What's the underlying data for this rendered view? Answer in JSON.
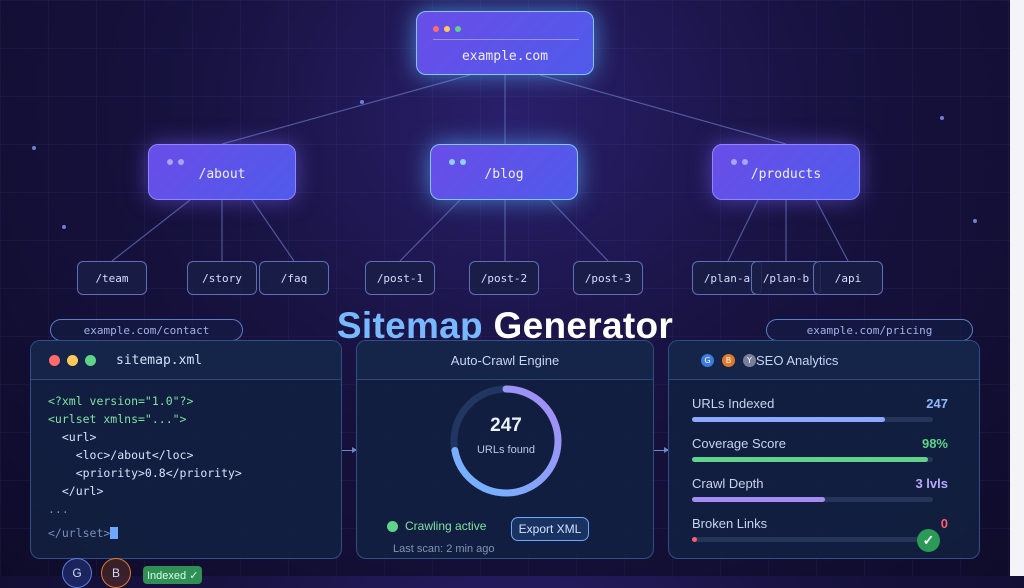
{
  "site": {
    "root": "example.com",
    "branches": [
      {
        "label": "/about",
        "children": [
          "/team",
          "/story",
          "/faq"
        ]
      },
      {
        "label": "/blog",
        "children": [
          "/post-1",
          "/post-2",
          "/post-3"
        ]
      },
      {
        "label": "/products",
        "children": [
          "/plan-a",
          "/plan-b",
          "/api"
        ]
      }
    ],
    "extra_left": "example.com/contact",
    "extra_right": "example.com/pricing"
  },
  "headline": {
    "part1": "Sitemap",
    "part2": "Generator"
  },
  "editor": {
    "title": "sitemap.xml",
    "lines": [
      "<?xml version=\"1.0\"?>",
      "<urlset xmlns=\"...\">",
      "  <url>",
      "    <loc>/about</loc>",
      "    <priority>0.8</priority>",
      "  </url>",
      "...",
      "</urlset>"
    ]
  },
  "crawler": {
    "title": "Auto-Crawl Engine",
    "count": "247",
    "count_label": "URLs found",
    "status": "Crawling active",
    "export_label": "Export XML",
    "last_scan": "Last scan: 2 min ago",
    "progress": 0.72
  },
  "analytics": {
    "title": "SEO Analytics",
    "badges": [
      "G",
      "B",
      "Y"
    ],
    "metrics": [
      {
        "label": "URLs Indexed",
        "value": "247",
        "fill": 0.8,
        "color": "#8fa8ff"
      },
      {
        "label": "Coverage Score",
        "value": "98%",
        "fill": 0.98,
        "color": "#5fd38a"
      },
      {
        "label": "Crawl Depth",
        "value": "3 lvls",
        "fill": 0.55,
        "color": "#a48df2"
      },
      {
        "label": "Broken Links",
        "value": "0",
        "fill": 0.02,
        "color": "#ff5c6c"
      }
    ]
  },
  "bottom": {
    "badges": [
      "G",
      "B"
    ],
    "indexed": "Indexed ✓"
  },
  "colors": {
    "accent_blue": "#78b8ff",
    "green": "#5fd38a",
    "red": "#ff5c6c",
    "purple": "#6a4de8"
  }
}
